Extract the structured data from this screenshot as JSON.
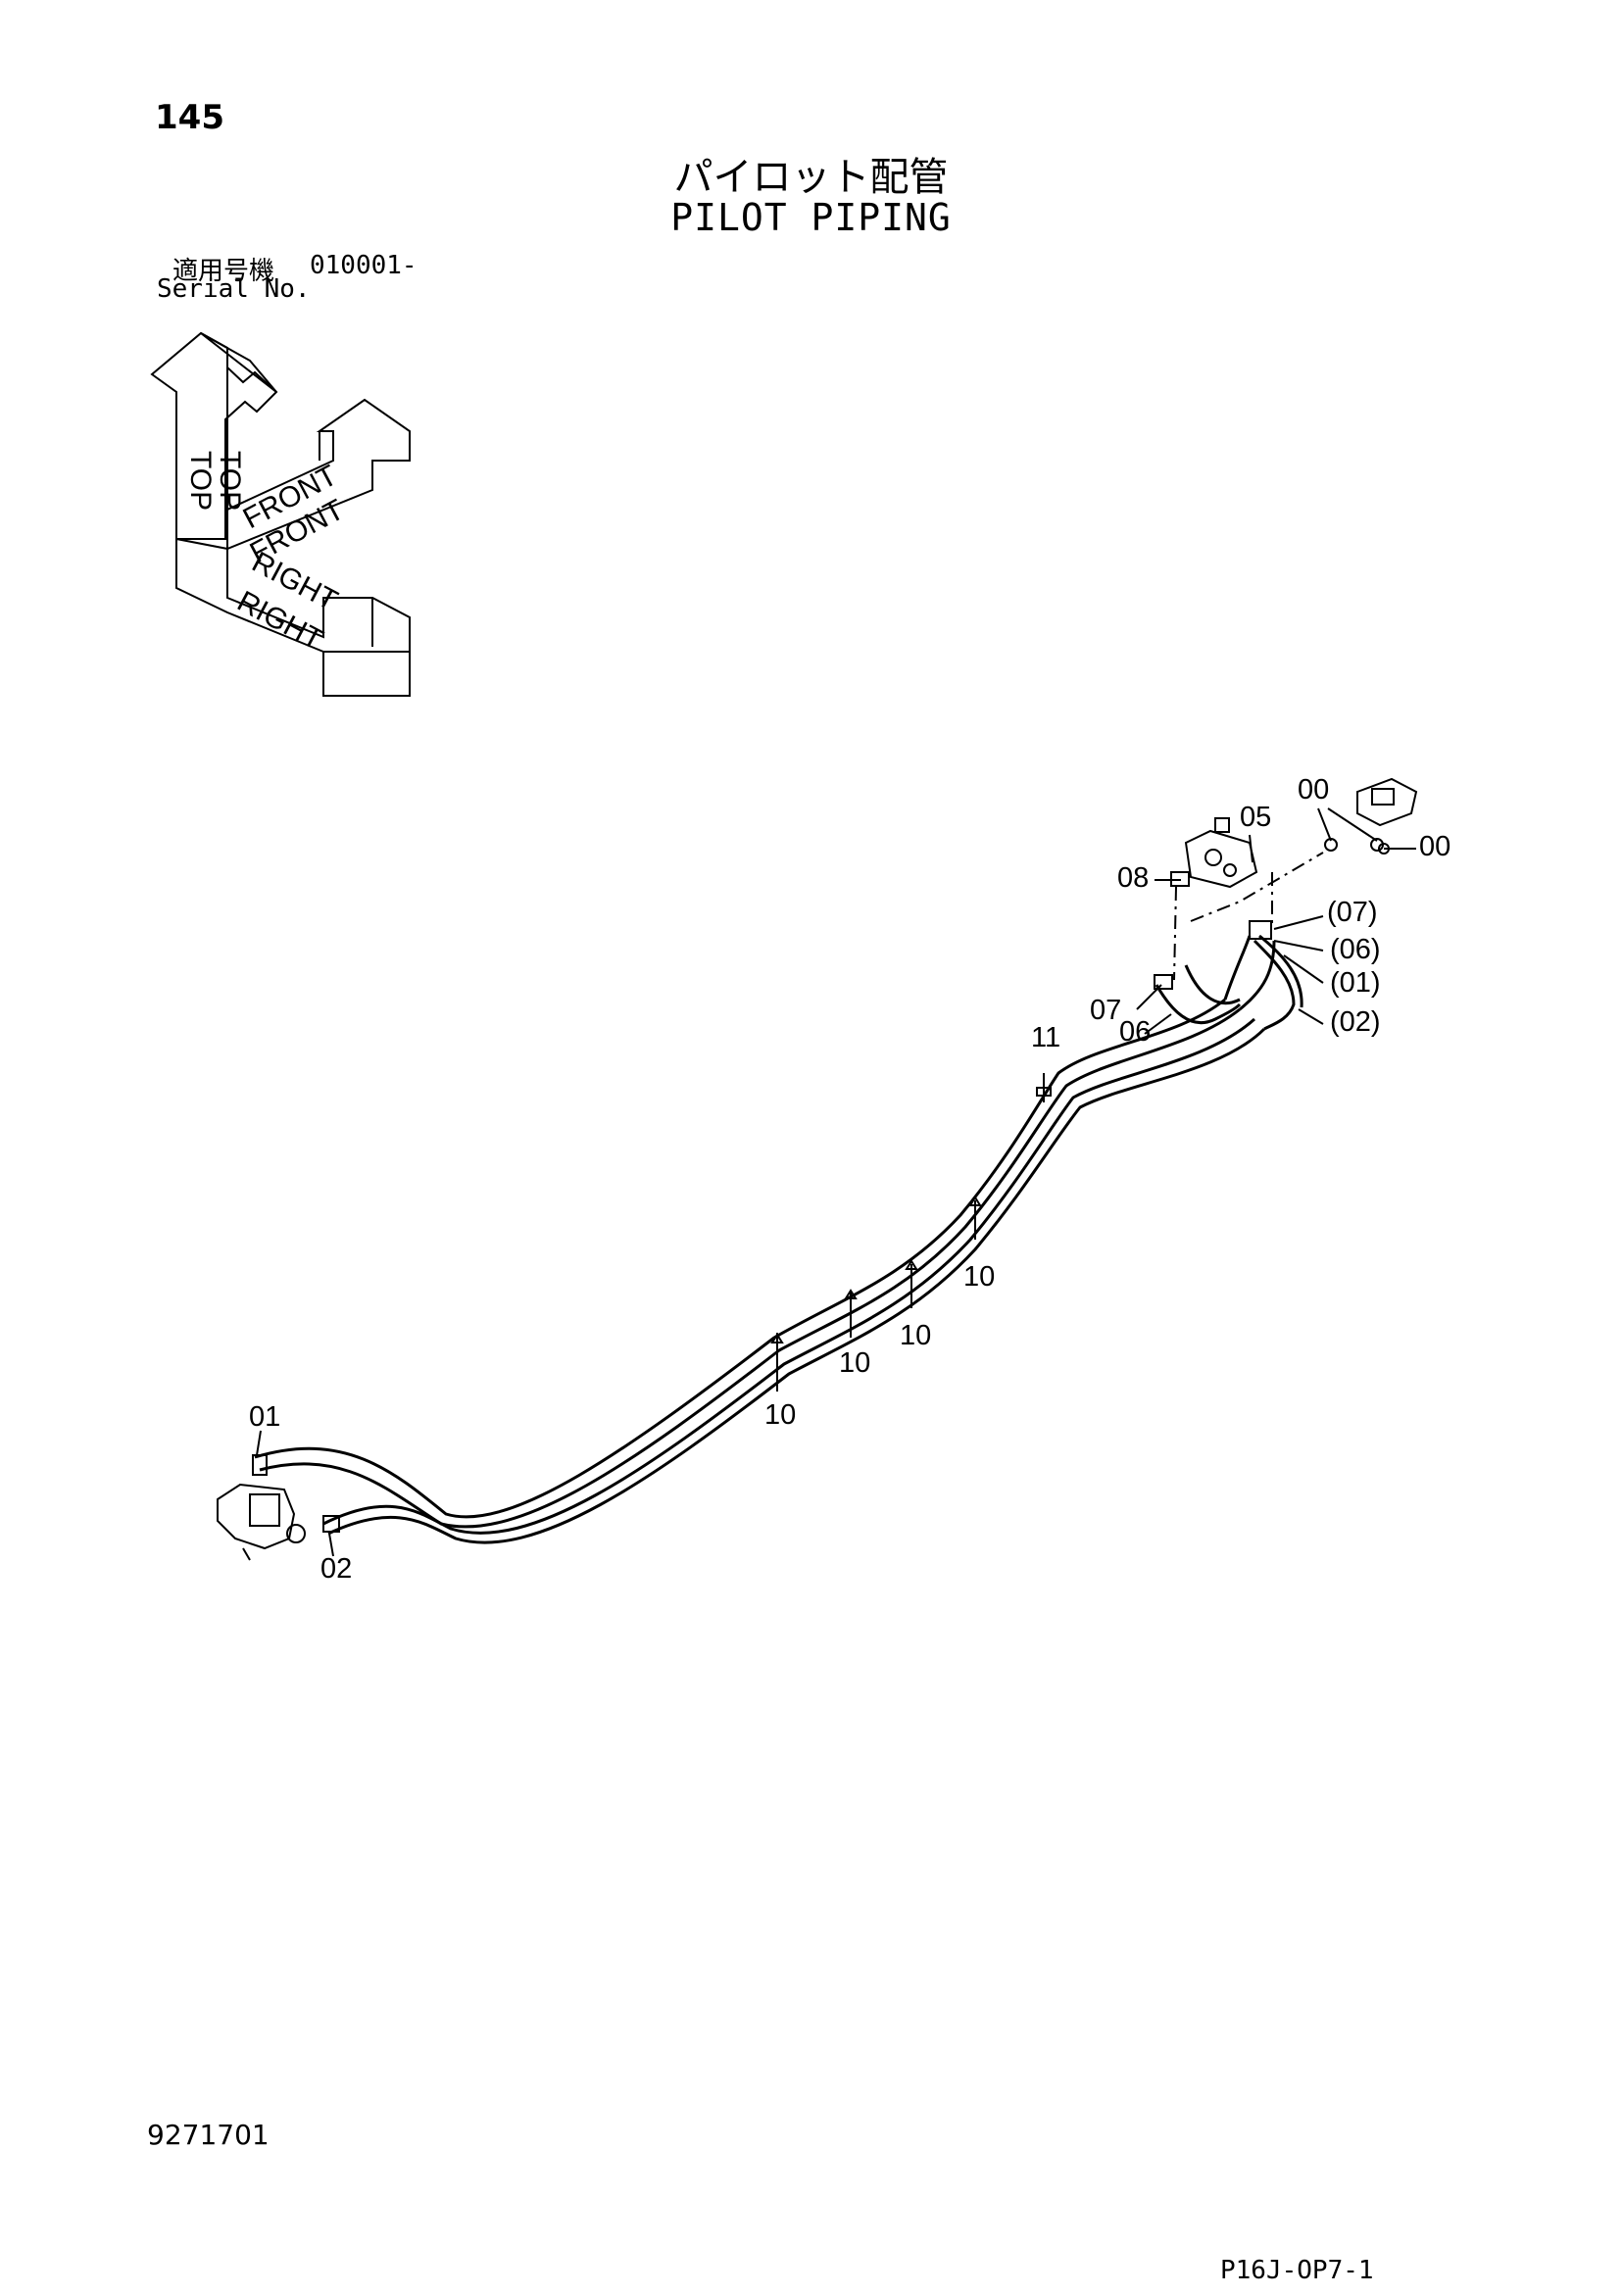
{
  "page_number": "145",
  "title_jp": "パイロット配管",
  "title_en": "PILOT PIPING",
  "serial": {
    "label_jp": "適用号機",
    "value": "010001-",
    "label_en": "Serial No."
  },
  "orientation": {
    "top": "TOP",
    "front": "FRONT",
    "right": "RIGHT"
  },
  "callouts": {
    "c00a": "00",
    "c00b": "00",
    "c05": "05",
    "c08": "08",
    "c07p": "(07)",
    "c06p": "(06)",
    "c01p": "(01)",
    "c02p": "(02)",
    "c07": "07",
    "c06": "06",
    "c11": "11",
    "c10a": "10",
    "c10b": "10",
    "c10c": "10",
    "c10d": "10",
    "c01": "01",
    "c02": "02"
  },
  "doc_number": "9271701",
  "figure_code": "P16J-OP7-1"
}
